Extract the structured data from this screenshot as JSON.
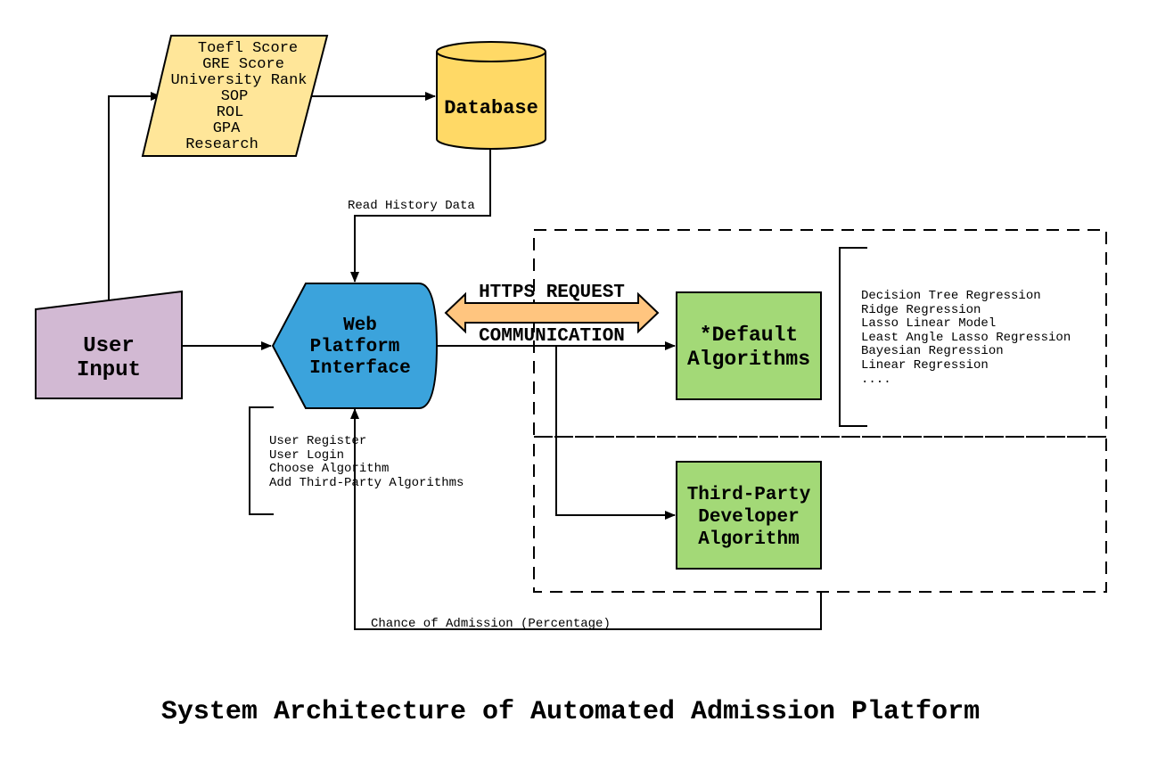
{
  "title": "System Architecture of Automated Admission Platform",
  "user_input": {
    "line1": "User",
    "line2": "Input"
  },
  "data_inputs": [
    "Toefl Score",
    "GRE Score",
    "University Rank",
    "SOP",
    "ROL",
    "GPA",
    "Research"
  ],
  "database": {
    "label": "Database"
  },
  "read_history": "Read History Data",
  "web_platform": {
    "line1": "Web",
    "line2": "Platform",
    "line3": "Interface"
  },
  "https": {
    "top": "HTTPS REQUEST",
    "bottom": "COMMUNICATION"
  },
  "default_algorithms": {
    "line1": "*Default",
    "line2": "Algorithms"
  },
  "third_party": {
    "line1": "Third-Party",
    "line2": "Developer",
    "line3": "Algorithm"
  },
  "algorithm_list": [
    "Decision Tree Regression",
    "Ridge Regression",
    "Lasso Linear Model",
    "Least Angle Lasso Regression",
    "Bayesian Regression",
    "Linear Regression",
    "...."
  ],
  "user_functions": [
    "User Register",
    "User Login",
    "Choose Algorithm",
    "Add Third-Party Algorithms"
  ],
  "admission_output": "Chance of Admission (Percentage)",
  "colors": {
    "user_input_fill": "#d2b9d3",
    "data_fill": "#ffe699",
    "database_fill": "#ffd966",
    "web_fill": "#3ba3dc",
    "algo_fill": "#a3d977",
    "arrow_fill": "#ffc57f"
  }
}
